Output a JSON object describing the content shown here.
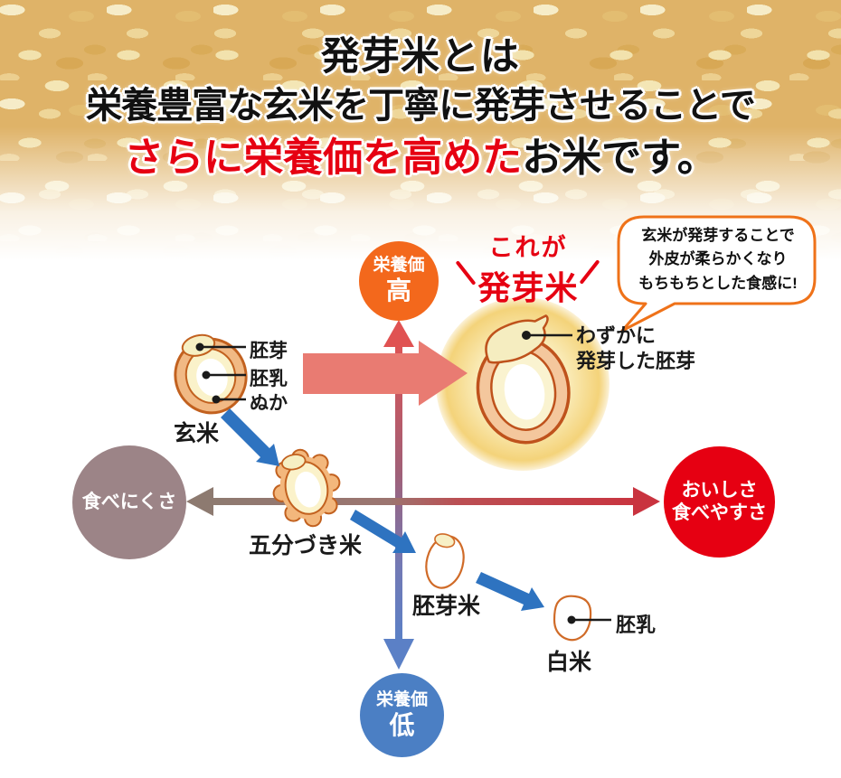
{
  "header": {
    "line1": "発芽米とは",
    "line2": "栄養豊富な玄米を丁寧に発芽させることで",
    "line3_red": "さらに栄養価を高めた",
    "line3_black": "お米です。"
  },
  "axis": {
    "top": {
      "line1": "栄養価",
      "line2": "高"
    },
    "bottom": {
      "line1": "栄養価",
      "line2": "低"
    },
    "left": {
      "label": "食べにくさ"
    },
    "right": {
      "line1": "おいしさ",
      "line2": "食べやすさ"
    }
  },
  "highlight": {
    "lead": "これが",
    "name": "発芽米",
    "note_line1": "わずかに",
    "note_line2": "発芽した胚芽",
    "bubble": {
      "line1": "玄米が発芽することで",
      "line2": "外皮が柔らかくなり",
      "line3": "もちもちとした食感に!"
    }
  },
  "rice": {
    "genmai": {
      "label": "玄米",
      "part1": "胚芽",
      "part2": "胚乳",
      "part3": "ぬか"
    },
    "gobuzuki": {
      "label": "五分づき米"
    },
    "haigamai": {
      "label": "胚芽米"
    },
    "hakumai": {
      "label": "白米",
      "part": "胚乳"
    }
  },
  "colors": {
    "accent_red": "#e60012",
    "orange_circle": "#f3681c",
    "blue_circle": "#4b7fc4",
    "mauve_circle": "#9c8487",
    "red_circle": "#e60012",
    "arrow_blue": "#2e73c0",
    "arrow_pink": "#e97b72",
    "axis_left": "#8d7a70",
    "axis_right": "#c9333f",
    "bubble_border": "#ef7219",
    "glow_yellow": "#f2cd69"
  }
}
